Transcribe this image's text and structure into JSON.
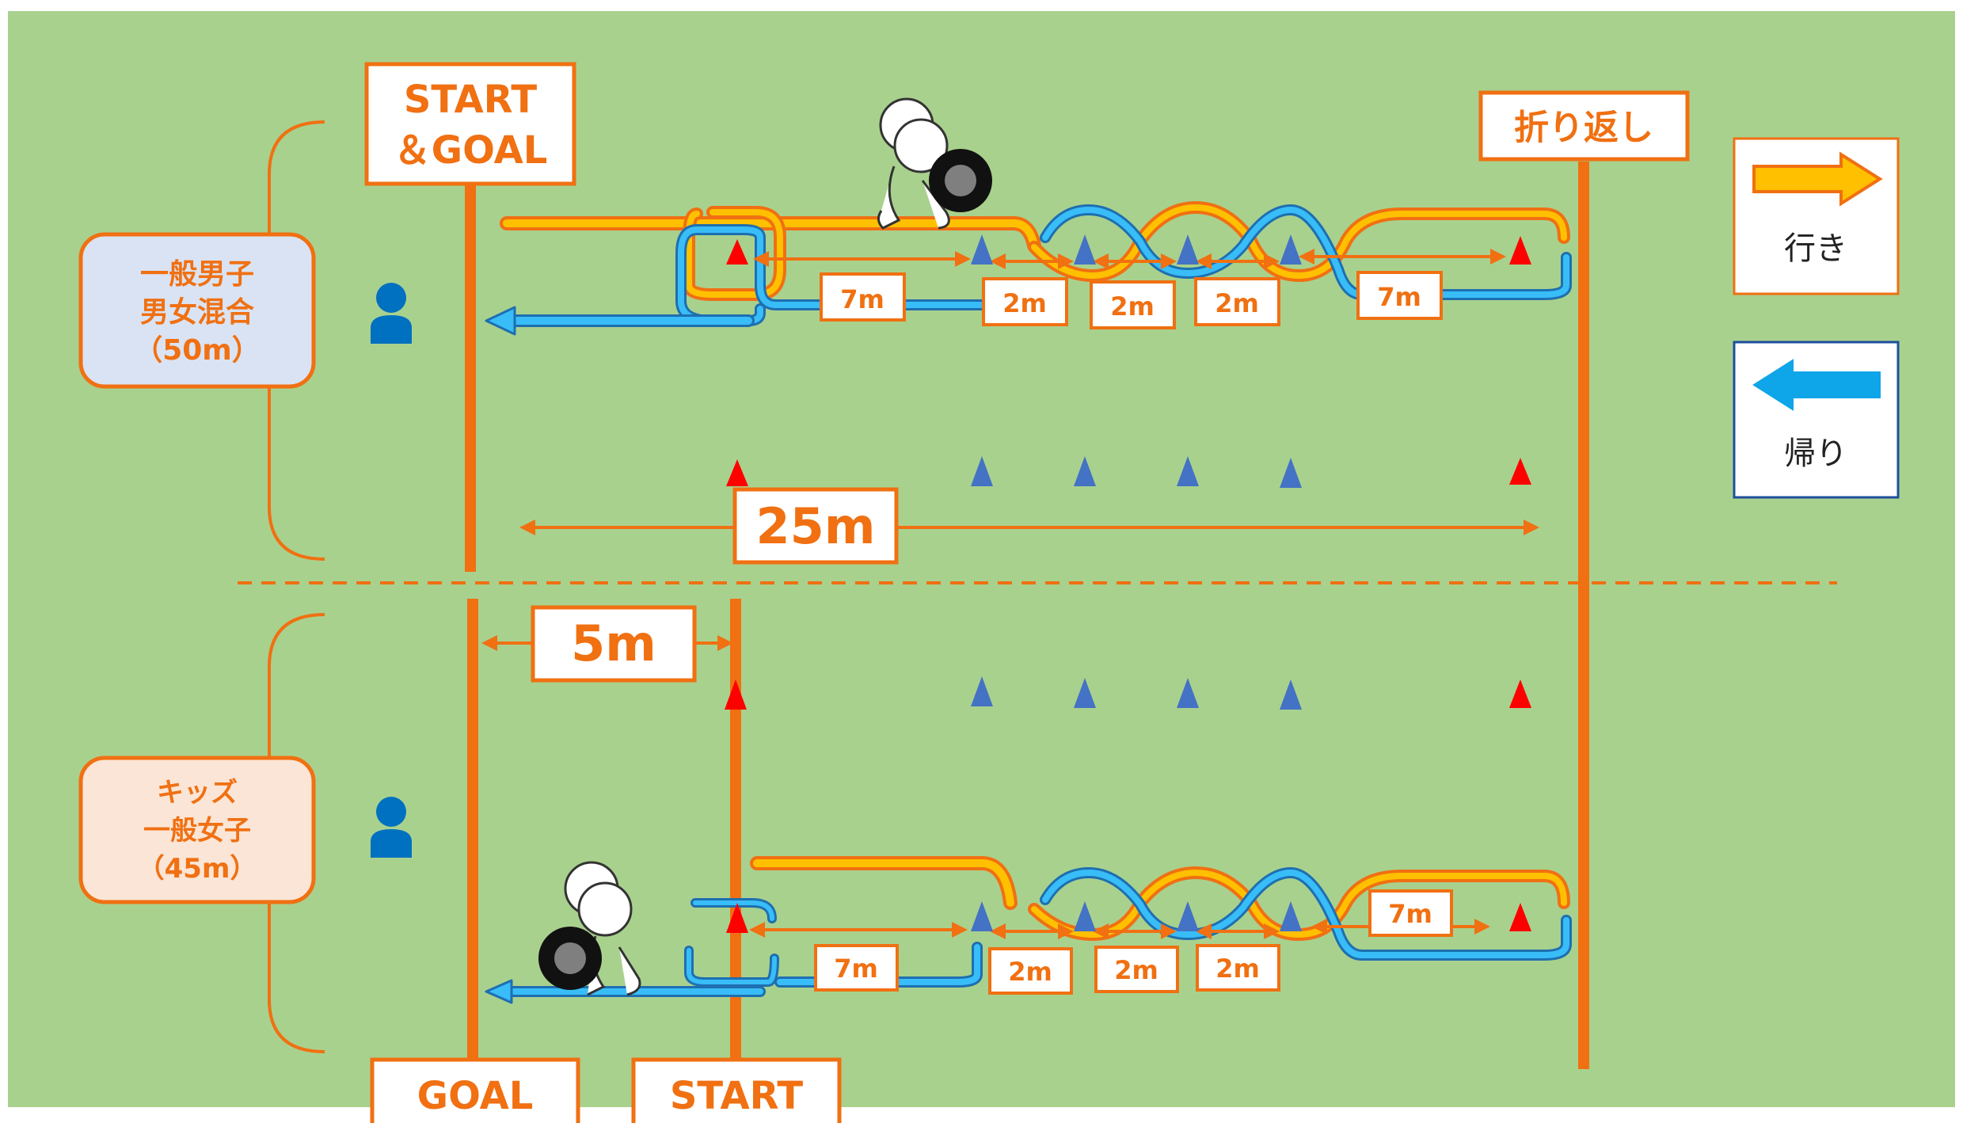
{
  "signs": {
    "start_goal_line1": "START",
    "start_goal_line2": "＆GOAL",
    "turnaround": "折り返し",
    "goal": "GOAL",
    "start": "START"
  },
  "groups": {
    "upper": {
      "line1": "一般男子",
      "line2": "男女混合",
      "line3": "（50m）"
    },
    "lower": {
      "line1": "キッズ",
      "line2": "一般女子",
      "line3": "（45m）"
    }
  },
  "distances": {
    "upper_segments": [
      "7m",
      "2m",
      "2m",
      "2m",
      "7m"
    ],
    "lower_segments": [
      "7m",
      "2m",
      "2m",
      "2m",
      "7m"
    ],
    "total": "25m",
    "offset": "5m"
  },
  "legend": {
    "outbound": "行き",
    "return": "帰り"
  },
  "colors": {
    "field": "#A9D18E",
    "accent": "#F07012",
    "outbound_arrow": "#FFC000",
    "return_arrow": "#0EA5E9",
    "upper_badge_fill": "#DAE3F3",
    "lower_badge_fill": "#FBE5D6",
    "cone_turn": "#FF0000",
    "cone_slalom": "#4472C4",
    "person_icon": "#0070C0"
  },
  "icons": [
    "person-icon",
    "runner-with-tire-icon",
    "cone-icon",
    "arrow-right-icon",
    "arrow-left-icon"
  ]
}
